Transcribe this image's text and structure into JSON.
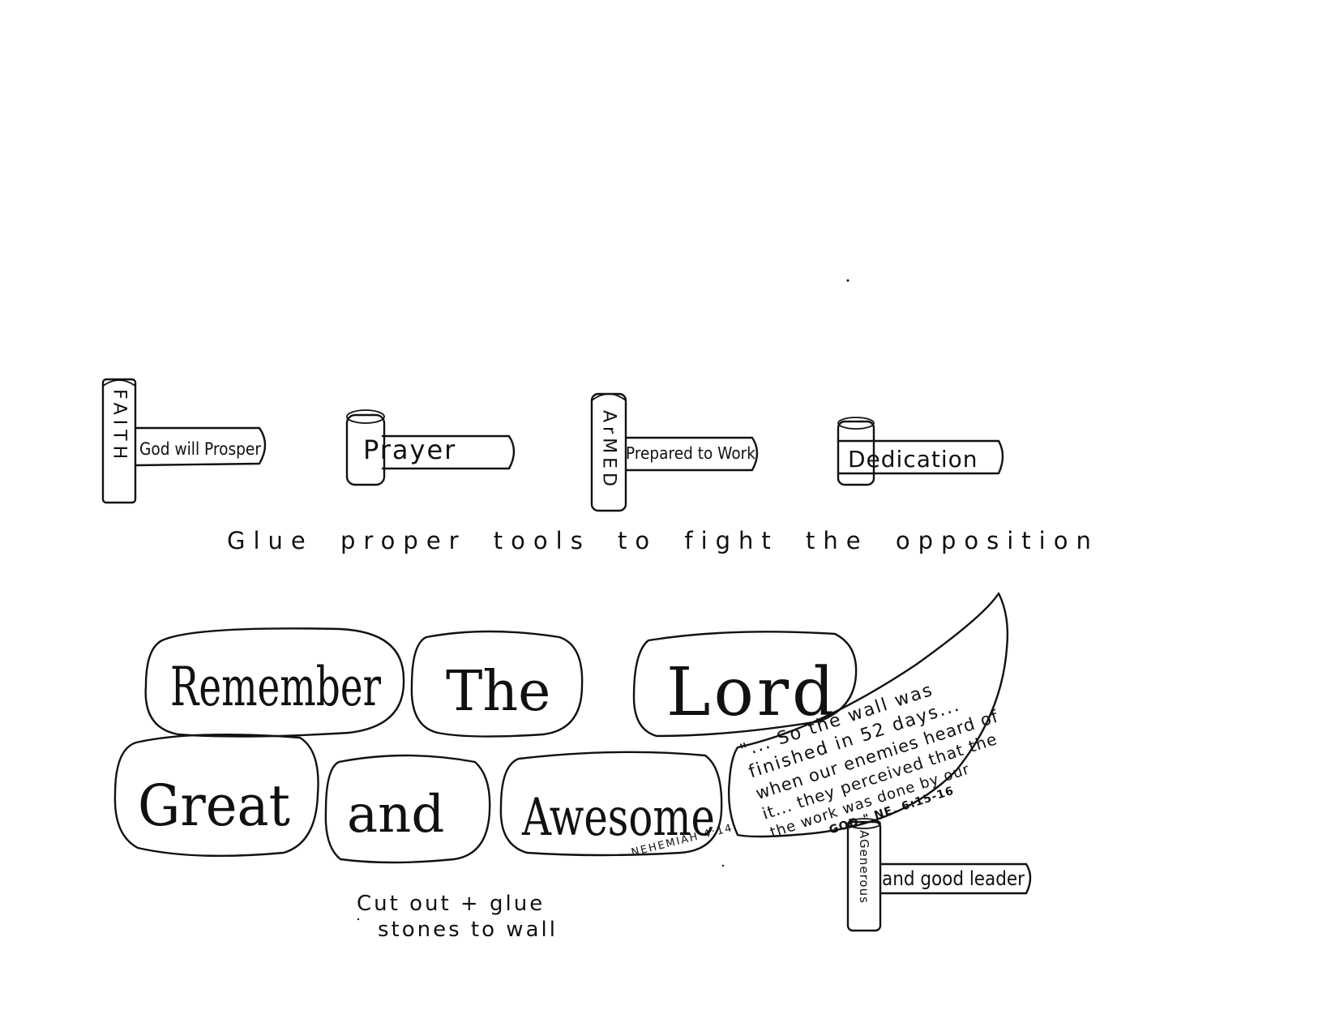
{
  "tools": {
    "faith": {
      "handle_label": "FAITH",
      "head_label": "God will Prosper"
    },
    "prayer": {
      "head_label": "Prayer"
    },
    "armed": {
      "handle_label": "ArMED",
      "head_label": "Prepared to Work"
    },
    "dedication": {
      "head_label": "Dedication"
    },
    "generous": {
      "handle_label": "AGenerous",
      "head_label": "and good leader"
    }
  },
  "instructions": {
    "tools": "Glue proper tools to fight the opposition",
    "stones_line1": "Cut out + glue",
    "stones_line2": "stones to wall"
  },
  "stones": {
    "remember": "Remember",
    "the": "The",
    "lord": "Lord",
    "great": "Great",
    "and": "and",
    "awesome": "Awesome",
    "awesome_ref": "NEHEMIAH 4:14"
  },
  "scroll": {
    "line1": "\"... So the wall was",
    "line2": "finished in 52 days...",
    "line3": "when our enemies heard of",
    "line4": "it... they perceived that the",
    "line5": "the work was done by our",
    "line6": "GOD.\" NE. 6:15-16"
  }
}
